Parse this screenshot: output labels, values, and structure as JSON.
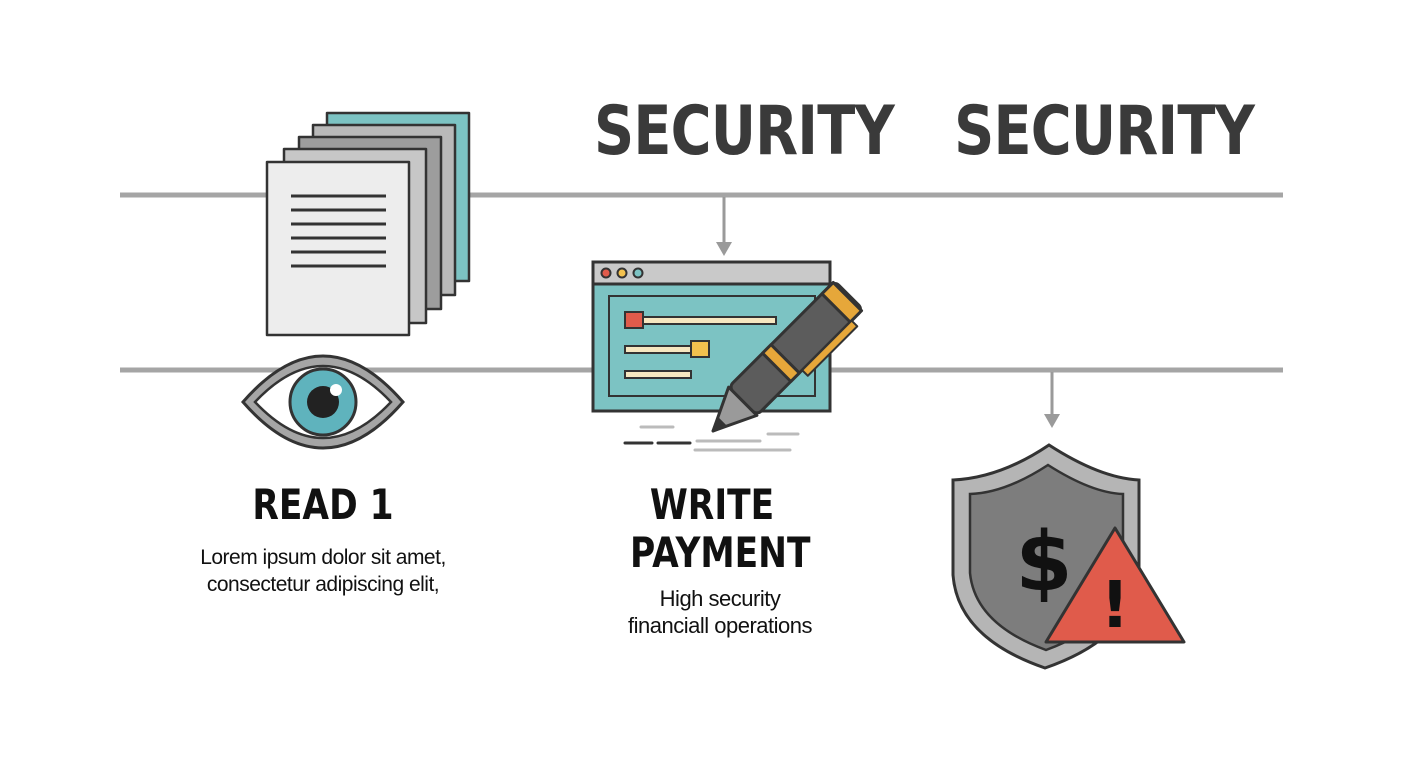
{
  "title": "SECURITY  SECURITY",
  "read": {
    "heading": "READ 1",
    "description_line1": "Lorem ipsum dolor sit amet,",
    "description_line2": "consectetur adipiscing elit,"
  },
  "write": {
    "heading_line1": "WRITE",
    "heading_line2": "PAYMENT",
    "description_line1": "High security",
    "description_line2": "financiall operations"
  },
  "shield": {
    "symbol": "$",
    "warning": "!"
  },
  "colors": {
    "teal": "#7cc3c3",
    "gray": "#a5a5a5",
    "dark": "#333333",
    "red": "#e05b4b",
    "yellow": "#f2c14e",
    "gold": "#e6a73a"
  },
  "icons": [
    "document-stack-icon",
    "eye-icon",
    "browser-window-icon",
    "pen-icon",
    "shield-dollar-icon",
    "warning-triangle-icon"
  ]
}
